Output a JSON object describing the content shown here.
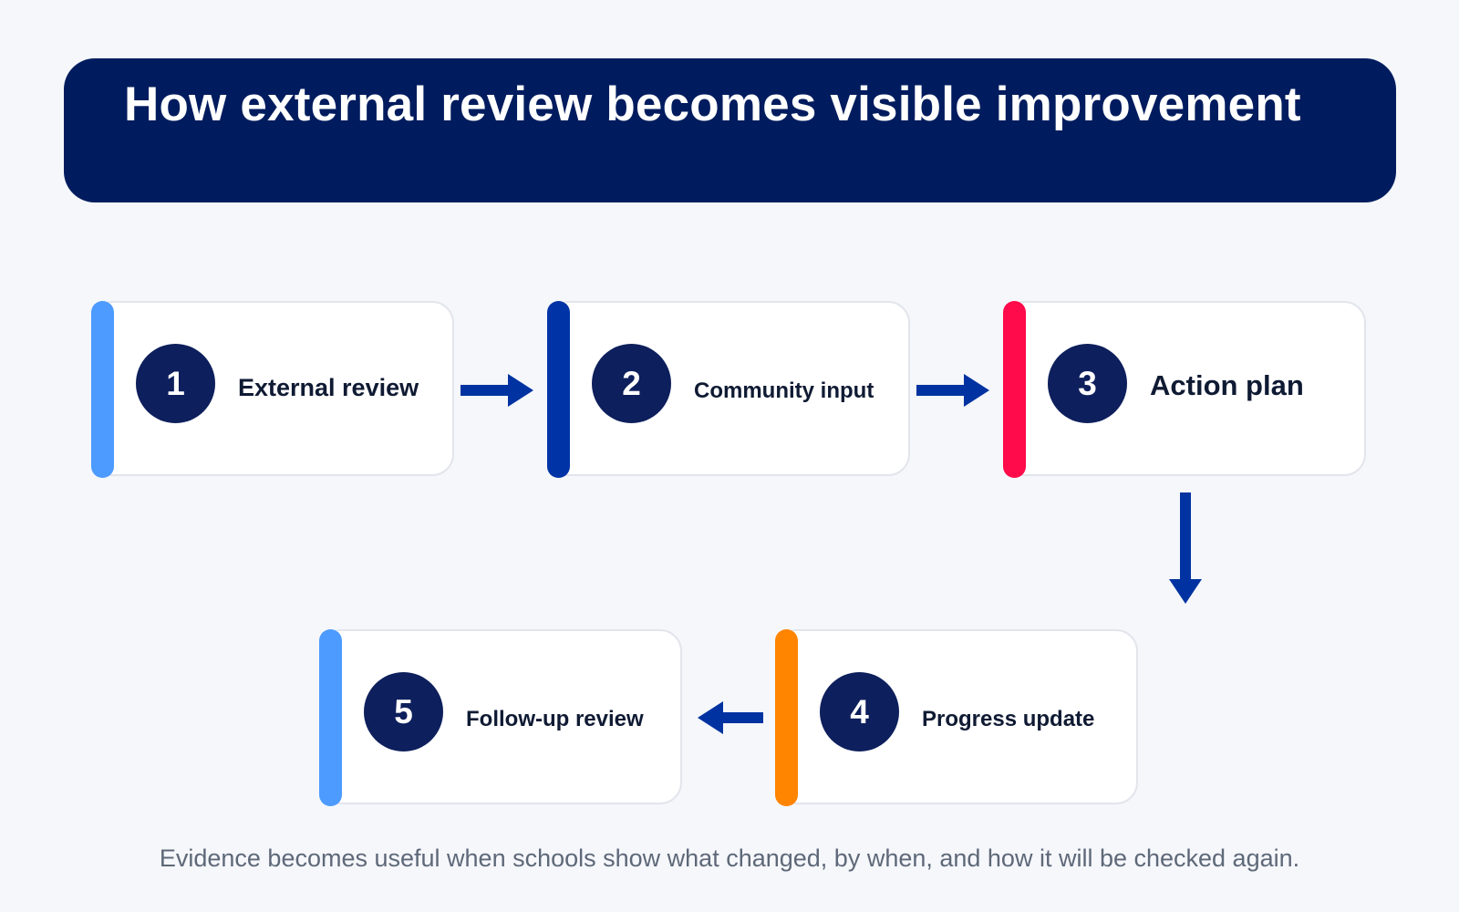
{
  "header": {
    "title": "How external review becomes visible improvement"
  },
  "steps": [
    {
      "number": "1",
      "label": "External review",
      "accent_color": "#4d9bff"
    },
    {
      "number": "2",
      "label": "Community input",
      "accent_color": "#0034a6"
    },
    {
      "number": "3",
      "label": "Action plan",
      "accent_color": "#ff0a4a"
    },
    {
      "number": "4",
      "label": "Progress update",
      "accent_color": "#ff8400"
    },
    {
      "number": "5",
      "label": "Follow-up review",
      "accent_color": "#4d9bff"
    }
  ],
  "colors": {
    "background": "#f5f7fb",
    "banner": "#001c5e",
    "number_circle": "#0d1f5c",
    "arrow": "#0033a1"
  },
  "footer": {
    "note": "Evidence becomes useful when schools show what changed, by when, and how it will be checked again."
  }
}
